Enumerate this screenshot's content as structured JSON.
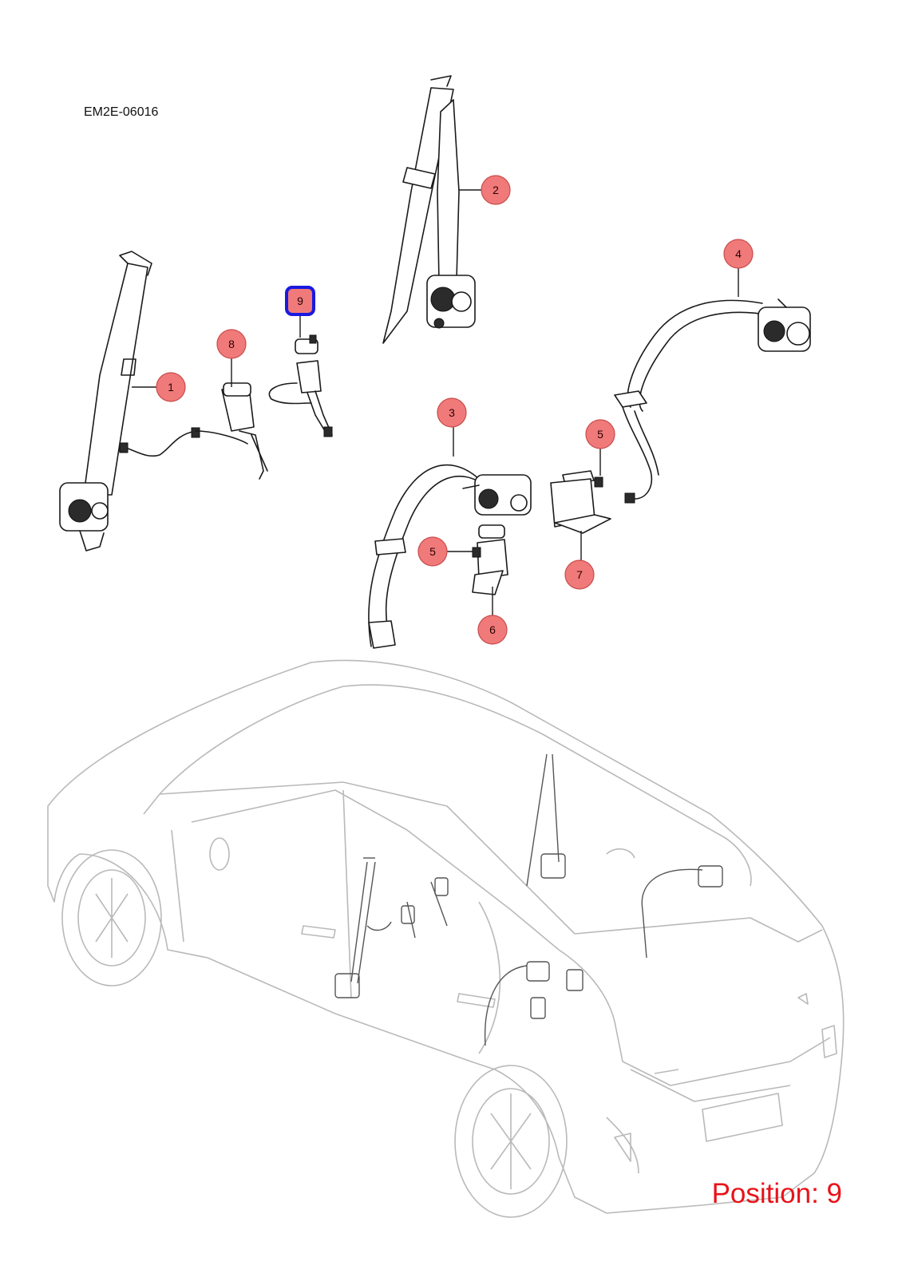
{
  "diagram_code": "EM2E-06016",
  "position_label": "Position: 9",
  "callouts": [
    {
      "label": "1",
      "part": "front-left-seat-belt"
    },
    {
      "label": "2",
      "part": "front-right-seat-belt"
    },
    {
      "label": "3",
      "part": "rear-left-seat-belt"
    },
    {
      "label": "4",
      "part": "rear-right-seat-belt"
    },
    {
      "label": "5",
      "part": "bolt"
    },
    {
      "label": "5",
      "part": "bolt"
    },
    {
      "label": "6",
      "part": "rear-left-buckle"
    },
    {
      "label": "7",
      "part": "rear-right-buckle"
    },
    {
      "label": "8",
      "part": "front-left-buckle"
    },
    {
      "label": "9",
      "part": "front-right-buckle"
    }
  ],
  "selected_callout": "9",
  "colors": {
    "callout_fill": "#f07a7a",
    "selected_border": "#1a1adf",
    "position_text": "#e8131a",
    "car_outline": "#b9b9b9"
  }
}
